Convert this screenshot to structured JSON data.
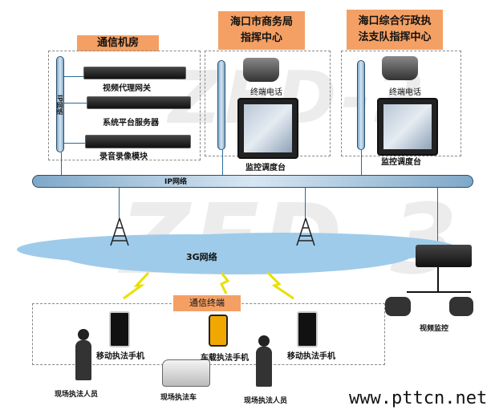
{
  "rooms": {
    "comm_room": {
      "title": "通信机房",
      "pipe_label": "IP网络",
      "devices": [
        "视频代理网关",
        "系统平台服务器",
        "录音录像模块"
      ]
    },
    "commerce_bureau": {
      "title_line1": "海口市商务局",
      "title_line2": "指挥中心",
      "devices": [
        "终端电话",
        "监控调度台"
      ]
    },
    "law_enforcement": {
      "title_line1": "海口综合行政执",
      "title_line2": "法支队指挥中心",
      "devices": [
        "终端电话",
        "监控调度台"
      ]
    }
  },
  "backbone": {
    "label": "IP网络"
  },
  "cloud": {
    "label": "3G网络"
  },
  "terminals": {
    "title": "通信终端",
    "devices": [
      "移动执法手机",
      "车载执法手机",
      "移动执法手机"
    ]
  },
  "field": {
    "persons": [
      "现场执法人员",
      "现场执法人员"
    ],
    "vehicle": "现场执法车"
  },
  "surveillance": {
    "label": "视频监控"
  },
  "watermark": "ZED-3",
  "website": "www.pttcn.net",
  "colors": {
    "title_bg": "#f4a064",
    "pipe": "#a9c6de",
    "cloud": "#9fcbea"
  }
}
